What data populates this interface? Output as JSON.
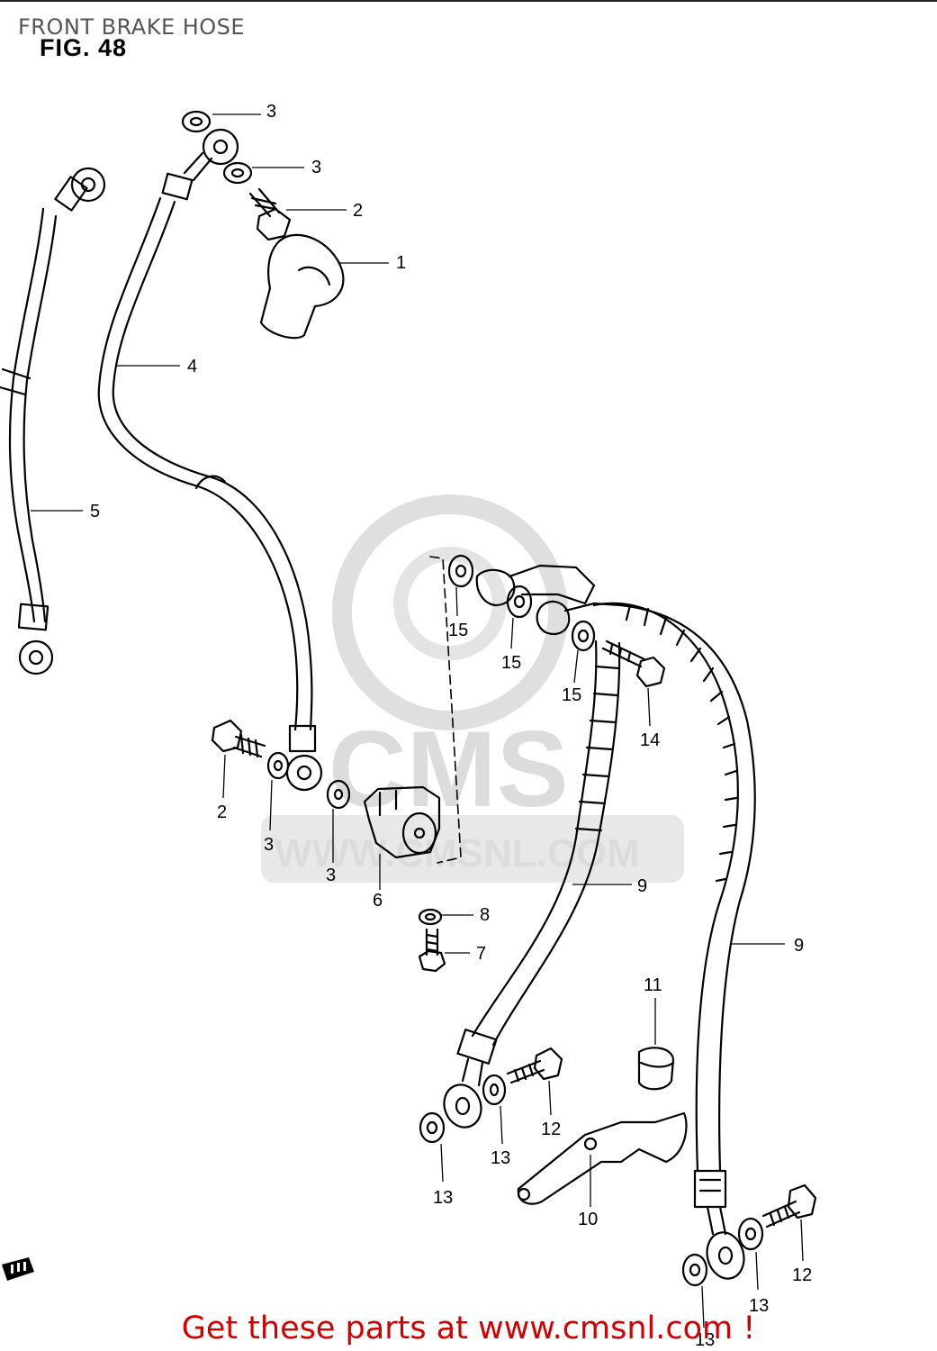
{
  "title": "FRONT BRAKE HOSE",
  "figure": "FIG. 48",
  "footer": "Get these parts at www.cmsnl.com !",
  "watermark": {
    "logo": "CMS",
    "url": "WWW.CMSNL.COM"
  },
  "callouts": [
    "1",
    "2",
    "2",
    "3",
    "3",
    "3",
    "3",
    "4",
    "5",
    "6",
    "7",
    "8",
    "9",
    "9",
    "10",
    "11",
    "12",
    "12",
    "13",
    "13",
    "13",
    "13",
    "14",
    "15",
    "15",
    "15"
  ],
  "colors": {
    "footer": "#d40000",
    "watermark": "#d9d9d9",
    "line": "#000000"
  }
}
